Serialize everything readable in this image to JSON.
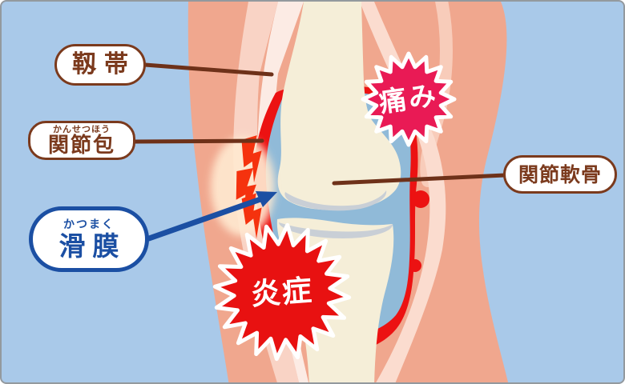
{
  "figure": {
    "description": "knee joint inflammation diagram",
    "background_color": "#a9c9e9"
  },
  "labels": {
    "ligament": {
      "text": "靱帯"
    },
    "joint_capsule": {
      "furigana": "かんせつほう",
      "text": "関節包"
    },
    "synovium": {
      "furigana": "かつまく",
      "text": "滑膜"
    },
    "articular_cartilage": {
      "text": "関節軟骨"
    }
  },
  "callouts": {
    "pain": {
      "text": "痛み",
      "color": "#e91a55"
    },
    "inflammation": {
      "text": "炎症",
      "color": "#e81111"
    }
  },
  "anatomy": {
    "skin": "#f0a78e",
    "tissue_light": "#f9d3c5",
    "tissue_white": "#fcebe4",
    "bone": "#f5eed8",
    "cartilage_gray": "#c9cfd6",
    "synovial_fluid_blue": "#90bad8",
    "inflamed_red": "#ec1212",
    "label_brown": "#7b3a1d",
    "label_blue": "#1b4fa3"
  }
}
